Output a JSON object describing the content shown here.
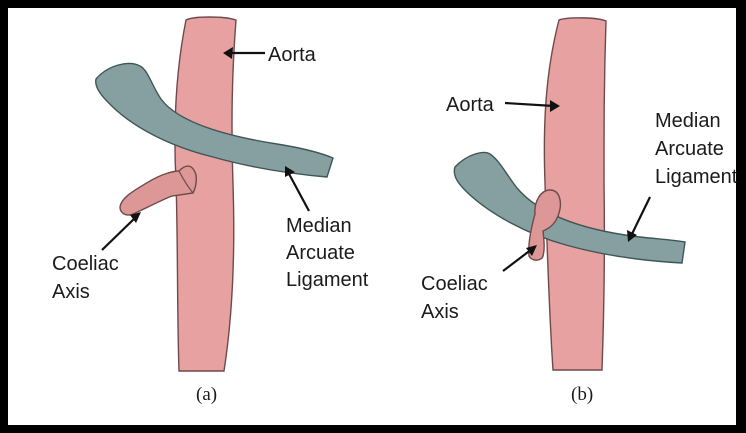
{
  "diagram": {
    "panel_a": {
      "aorta_label": "Aorta",
      "ligament_label_line1": "Median",
      "ligament_label_line2": "Arcuate",
      "ligament_label_line3": "Ligament",
      "coeliac_label_line1": "Coeliac",
      "coeliac_label_line2": "Axis",
      "caption": "(a)"
    },
    "panel_b": {
      "aorta_label": "Aorta",
      "ligament_label_line1": "Median",
      "ligament_label_line2": "Arcuate",
      "ligament_label_line3": "Ligament",
      "coeliac_label_line1": "Coeliac",
      "coeliac_label_line2": "Axis",
      "caption": "(b)"
    },
    "colors": {
      "aorta": "#e7a1a1",
      "ligament": "#86a0a2",
      "border": "#000000",
      "text": "#1b1b1b"
    }
  }
}
